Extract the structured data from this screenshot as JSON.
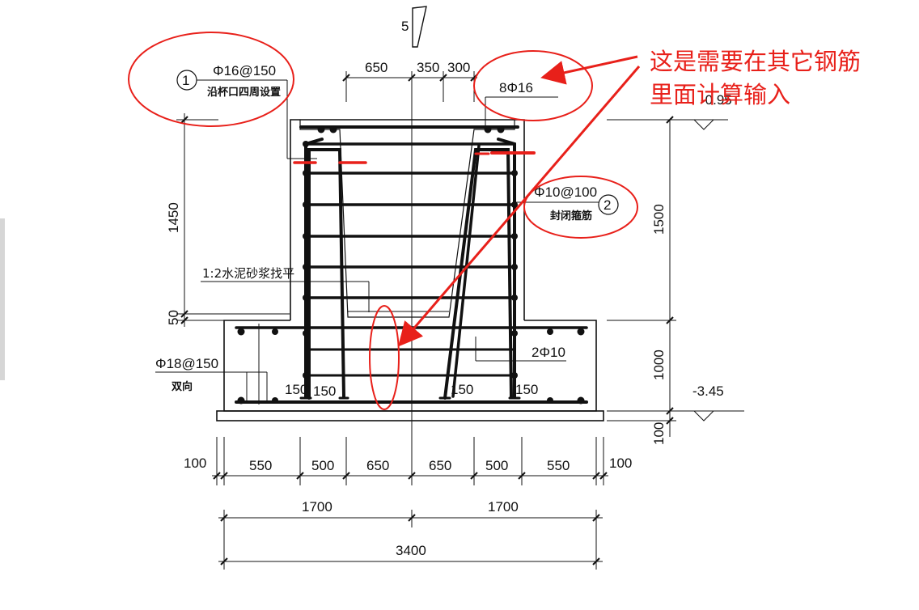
{
  "top_marker": "5",
  "labels": {
    "callout1_num": "1",
    "callout1_spec": "Φ16@150",
    "callout1_desc": "沿杯口四周设置",
    "top_bars": "8Φ16",
    "elev_top": "-0.95",
    "callout2_spec": "Φ10@100",
    "callout2_desc": "封闭箍筋",
    "callout2_num": "2",
    "mortar": "1:2水泥砂浆找平",
    "bottom_mesh_spec": "Φ18@150",
    "bottom_mesh_desc": "双向",
    "stirrup_2": "2Φ10",
    "elev_bottom": "-3.45"
  },
  "annotation": {
    "line1": "这是需要在其它钢筋",
    "line2": "里面计算输入"
  },
  "dims": {
    "top_650": "650",
    "top_350": "350",
    "top_300": "300",
    "left_1450": "1450",
    "left_50": "50",
    "right_1500": "1500",
    "right_1000": "1000",
    "right_100": "100",
    "inner_150_a": "150",
    "inner_150_b": "150",
    "inner_150_c": "150",
    "inner_150_d": "150",
    "b_100_l": "100",
    "b_550_l": "550",
    "b_500_l": "500",
    "b_650_l": "650",
    "b_650_r": "650",
    "b_500_r": "500",
    "b_550_r": "550",
    "b_100_r": "100",
    "b_1700_l": "1700",
    "b_1700_r": "1700",
    "b_3400": "3400"
  },
  "colors": {
    "ink": "#111111",
    "markup": "#e8201a"
  }
}
